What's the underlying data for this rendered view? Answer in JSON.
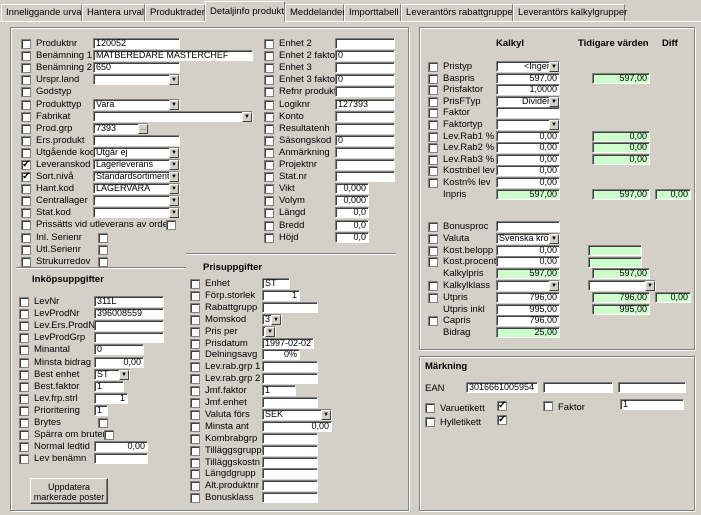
{
  "tabs": [
    "Inneliggande urval",
    "Hantera urval",
    "Produktrader",
    "Detaljinfo produkt",
    "Meddelanden",
    "Importtabell",
    "Leverantörs rabattgrupper",
    "Leverantörs kalkylgrupper"
  ],
  "left": {
    "fields": [
      {
        "label": "Produktnr",
        "value": "120052"
      },
      {
        "label": "Benämning 1",
        "value": "MATBEREDARE MASTERCHEF"
      },
      {
        "label": "Benämning 2",
        "value": "650"
      },
      {
        "label": "Urspr.land",
        "value": ""
      },
      {
        "label": "Godstyp",
        "value": ""
      },
      {
        "label": "Produkttyp",
        "value": "Vara"
      },
      {
        "label": "Fabrikat",
        "value": ""
      },
      {
        "label": "Prod.grp",
        "value": "7393"
      },
      {
        "label": "Ers.produkt",
        "value": ""
      },
      {
        "label": "Utgående kod",
        "value": "Utgår ej"
      },
      {
        "label": "Leveranskod",
        "value": "Lagerleverans"
      },
      {
        "label": "Sort.nivå",
        "value": "Standardsortiment"
      },
      {
        "label": "Hant.kod",
        "value": "LAGERVARA"
      },
      {
        "label": "Centrallager",
        "value": ""
      },
      {
        "label": "Stat.kod",
        "value": ""
      }
    ],
    "prissatts": "Prissätts vid utleverans av order",
    "extra": [
      "Inl. Serienr",
      "Utl.Serienr",
      "Strukurredov"
    ],
    "mid": [
      {
        "label": "Enhet 2",
        "value": ""
      },
      {
        "label": "Enhet 2 faktor",
        "value": "0"
      },
      {
        "label": "Enhet 3",
        "value": ""
      },
      {
        "label": "Enhet 3 faktor",
        "value": "0"
      },
      {
        "label": "Refnr produkt",
        "value": ""
      },
      {
        "label": "Logiknr",
        "value": "127393"
      },
      {
        "label": "Konto",
        "value": ""
      },
      {
        "label": "Resultatenh",
        "value": ""
      },
      {
        "label": "Säsongskod",
        "value": "0"
      },
      {
        "label": "Anmärkning",
        "value": ""
      },
      {
        "label": "Projektnr",
        "value": ""
      },
      {
        "label": "Stat.nr",
        "value": ""
      },
      {
        "label": "Vikt",
        "value": "0,000"
      },
      {
        "label": "Volym",
        "value": "0,000"
      },
      {
        "label": "Längd",
        "value": "0,0"
      },
      {
        "label": "Bredd",
        "value": "0,0"
      },
      {
        "label": "Höjd",
        "value": "0,0"
      }
    ],
    "inkop_title": "Inköpsuppgifter",
    "inkop": [
      {
        "label": "LevNr",
        "value": "311L"
      },
      {
        "label": "LevProdNr",
        "value": "396008559"
      },
      {
        "label": "Lev.Ers.ProdNr",
        "value": ""
      },
      {
        "label": "LevProdGrp",
        "value": ""
      },
      {
        "label": "Minantal",
        "value": "0"
      },
      {
        "label": "Minsta bidrag",
        "value": "0,00"
      },
      {
        "label": "Best enhet",
        "value": "ST"
      },
      {
        "label": "Best.faktor",
        "value": "1"
      },
      {
        "label": "Lev.frp.strl",
        "value": "1"
      },
      {
        "label": "Prioritering",
        "value": "1"
      },
      {
        "label": "Brytes",
        "value": ""
      },
      {
        "label": "Spärra om bruten",
        "value": ""
      },
      {
        "label": "Normal ledtid",
        "value": "0,00"
      },
      {
        "label": "Lev benämn",
        "value": ""
      }
    ],
    "pris_title": "Prisuppgifter",
    "pris": [
      {
        "label": "Enhet",
        "value": "ST"
      },
      {
        "label": "Förp.storlek",
        "value": "1"
      },
      {
        "label": "Rabattgrupp",
        "value": ""
      },
      {
        "label": "Momskod",
        "value": "3"
      },
      {
        "label": "Pris per",
        "value": ""
      },
      {
        "label": "Prisdatum",
        "value": "1997-02-02"
      },
      {
        "label": "Delningsavg",
        "value": "0%"
      },
      {
        "label": "Lev.rab.grp 1",
        "value": ""
      },
      {
        "label": "Lev.rab.grp 2",
        "value": ""
      },
      {
        "label": "Jmf.faktor",
        "value": "1"
      },
      {
        "label": "Jmf.enhet",
        "value": ""
      },
      {
        "label": "Valuta förs",
        "value": "SEK"
      },
      {
        "label": "Minsta ant",
        "value": "0,00"
      },
      {
        "label": "Kombrabgrp",
        "value": ""
      },
      {
        "label": "Tilläggsgrupp",
        "value": ""
      },
      {
        "label": "Tilläggskostn",
        "value": ""
      },
      {
        "label": "Längdgrupp",
        "value": ""
      },
      {
        "label": "Alt.produktnr",
        "value": ""
      },
      {
        "label": "Bonusklass",
        "value": ""
      }
    ],
    "update_button": "Uppdatera markerade poster"
  },
  "kalkyl": {
    "h_kalkyl": "Kalkyl",
    "h_tidigare": "Tidigare värden",
    "h_diff": "Diff",
    "rows": [
      {
        "label": "Pristyp",
        "value": "<Ingen>",
        "prev": "",
        "diff": ""
      },
      {
        "label": "Baspris",
        "value": "597,00",
        "prev": "597,00",
        "diff": ""
      },
      {
        "label": "Prisfaktor",
        "value": "1,0000",
        "prev": "",
        "diff": ""
      },
      {
        "label": "PrisFTyp",
        "value": "Dividend",
        "prev": "",
        "diff": ""
      },
      {
        "label": "Faktor",
        "value": "",
        "prev": "",
        "diff": ""
      },
      {
        "label": "Faktortyp",
        "value": "",
        "prev": "",
        "diff": ""
      },
      {
        "label": "Lev.Rab1 %",
        "value": "0,00",
        "prev": "0,00",
        "diff": ""
      },
      {
        "label": "Lev.Rab2 %",
        "value": "0,00",
        "prev": "0,00",
        "diff": ""
      },
      {
        "label": "Lev.Rab3 %",
        "value": "0,00",
        "prev": "0,00",
        "diff": ""
      },
      {
        "label": "Kostnbel lev",
        "value": "0,00",
        "prev": "",
        "diff": ""
      },
      {
        "label": "Kostn% lev",
        "value": "0,00",
        "prev": "",
        "diff": ""
      },
      {
        "label": "Inpris",
        "value": "597,00",
        "prev": "597,00",
        "diff": "0,00"
      }
    ],
    "rows2": [
      {
        "label": "Bonusproc",
        "value": "",
        "prev": "",
        "diff": ""
      },
      {
        "label": "Valuta",
        "value": "Svenska kronor",
        "prev": "",
        "diff": ""
      },
      {
        "label": "Kost.belopp",
        "value": "0,00",
        "prev": "",
        "diff": ""
      },
      {
        "label": "Kost.procent",
        "value": "0,00",
        "prev": "",
        "diff": ""
      },
      {
        "label": "Kalkylpris",
        "value": "597,00",
        "prev": "597,00",
        "diff": ""
      },
      {
        "label": "Kalkylklass",
        "value": "",
        "prev": "",
        "diff": ""
      },
      {
        "label": "Utpris",
        "value": "796,00",
        "prev": "796,00",
        "diff": "0,00"
      },
      {
        "label": "Utpris inkl",
        "value": "995,00",
        "prev": "995,00",
        "diff": ""
      },
      {
        "label": "Capris",
        "value": "796,00",
        "prev": "",
        "diff": ""
      },
      {
        "label": "Bidrag",
        "value": "25,00",
        "prev": "",
        "diff": ""
      }
    ]
  },
  "markning": {
    "title": "Märkning",
    "ean_label": "EAN",
    "ean": "3016661005954",
    "varuetikett": "Varuetikett",
    "hylletikett": "Hylletikett",
    "faktor_label": "Faktor",
    "faktor": "1"
  }
}
